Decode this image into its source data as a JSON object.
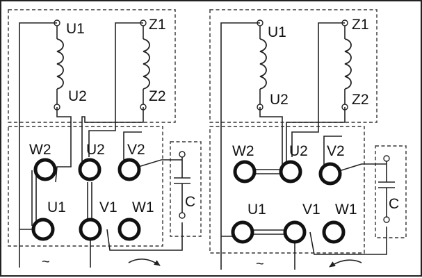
{
  "panels": [
    {
      "id": "left",
      "coil_u": {
        "top": "U1",
        "bottom": "U2"
      },
      "coil_z": {
        "top": "Z1",
        "bottom": "Z2"
      },
      "terminals": {
        "w2": "W2",
        "u2": "U2",
        "v2": "V2",
        "u1": "U1",
        "v1": "V1",
        "w1": "W1"
      },
      "capacitor": "C",
      "supply_symbol": "~",
      "rotation": "clockwise"
    },
    {
      "id": "right",
      "coil_u": {
        "top": "U1",
        "bottom": "U2"
      },
      "coil_z": {
        "top": "Z1",
        "bottom": "Z2"
      },
      "terminals": {
        "w2": "W2",
        "u2": "U2",
        "v2": "V2",
        "u1": "U1",
        "v1": "V1",
        "w1": "W1"
      },
      "capacitor": "C",
      "supply_symbol": "~",
      "rotation": "counterclockwise"
    }
  ]
}
